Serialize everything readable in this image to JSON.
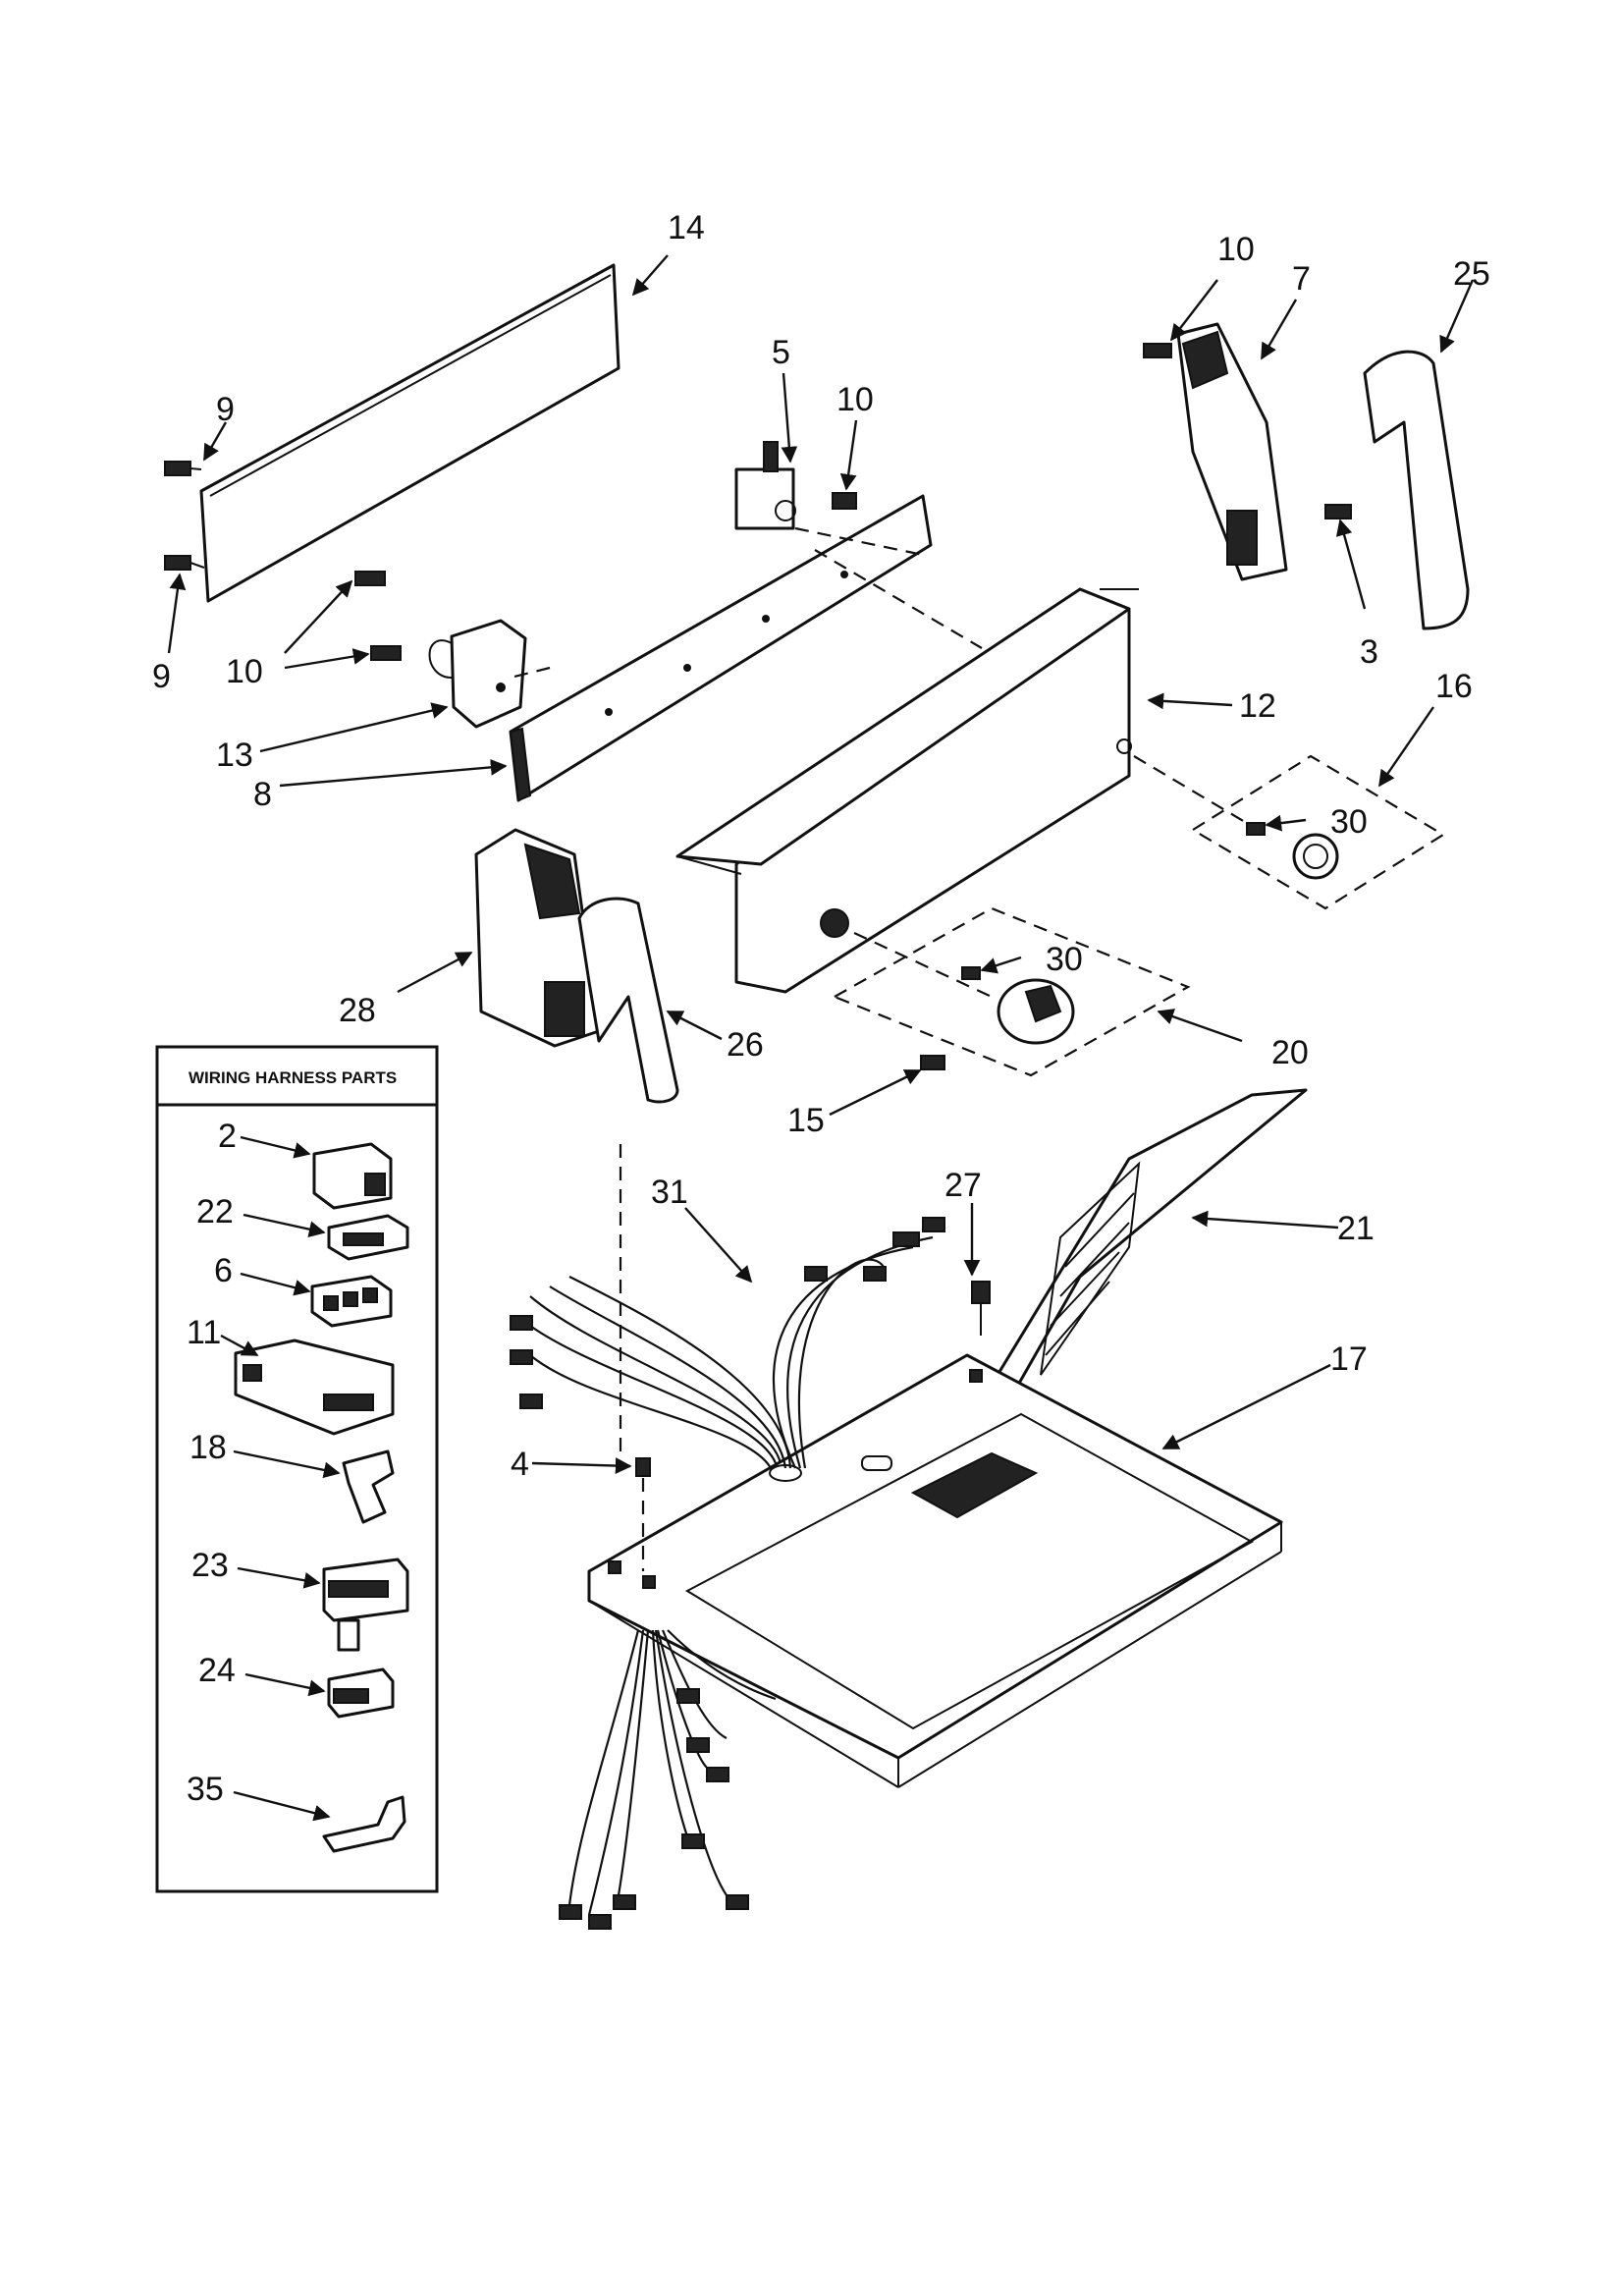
{
  "diagram": {
    "wiring_box_title": "WIRING HARNESS PARTS",
    "callouts": {
      "c14": "14",
      "c9a": "9",
      "c9b": "9",
      "c10a": "10",
      "c13": "13",
      "c8": "8",
      "c5": "5",
      "c10b": "10",
      "c10c": "10",
      "c7": "7",
      "c25": "25",
      "c3": "3",
      "c12": "12",
      "c16": "16",
      "c30a": "30",
      "c30b": "30",
      "c20": "20",
      "c15": "15",
      "c28": "28",
      "c26": "26",
      "c31": "31",
      "c27": "27",
      "c21": "21",
      "c17": "17",
      "c4": "4",
      "w2": "2",
      "w22": "22",
      "w6": "6",
      "w11": "11",
      "w18": "18",
      "w23": "23",
      "w24": "24",
      "w35": "35"
    }
  }
}
